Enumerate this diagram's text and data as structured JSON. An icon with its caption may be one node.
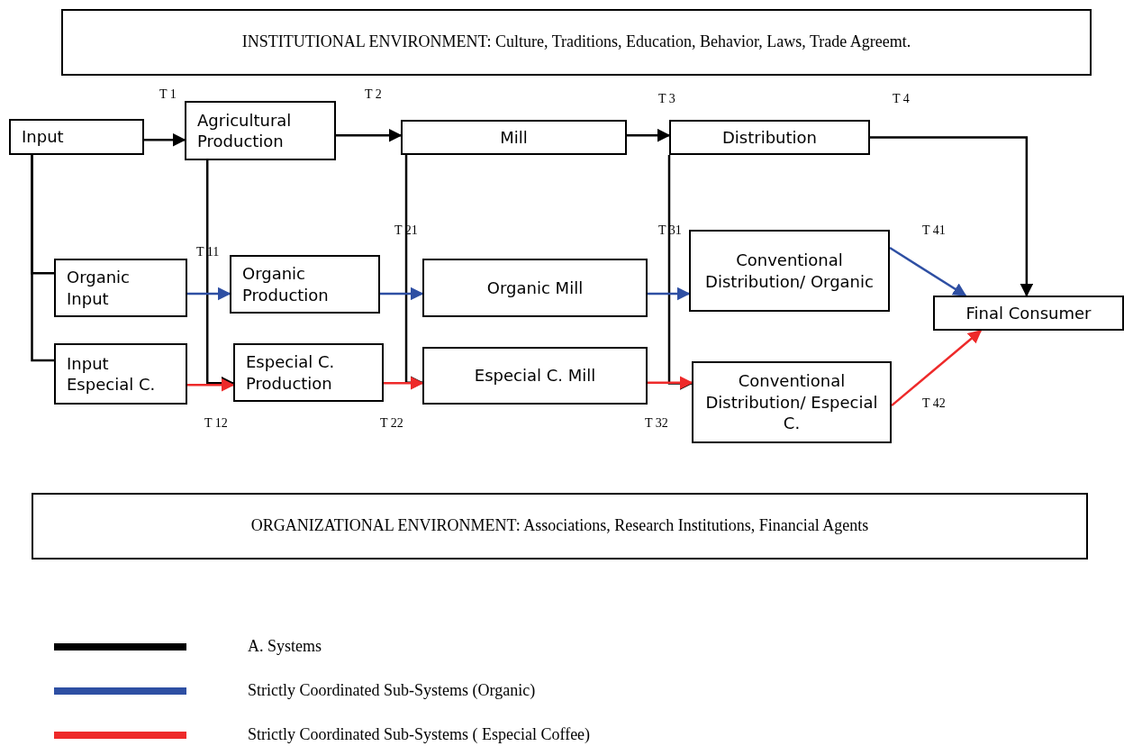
{
  "diagram": {
    "nodes": [
      {
        "text": [
          "INSTITUTIONAL ENVIRONMENT: Culture, Traditions, Education, Behavior, Laws, Trade Agreemt."
        ]
      },
      {
        "text": [
          "Input"
        ]
      },
      {
        "text": [
          "Agricultural Production"
        ]
      },
      {
        "text": [
          "Mill"
        ]
      },
      {
        "text": [
          "Distribution"
        ]
      },
      {
        "text": [
          "Organic Input"
        ]
      },
      {
        "text": [
          "Organic Production"
        ]
      },
      {
        "text": [
          "Organic Mill"
        ]
      },
      {
        "text": [
          "Conventional Distribution/ Organic"
        ]
      },
      {
        "text": [
          "Final Consumer"
        ]
      },
      {
        "text": [
          "Input Especial C."
        ]
      },
      {
        "text": [
          "Especial C. Production"
        ]
      },
      {
        "text": [
          "Especial C. Mill"
        ]
      },
      {
        "text": [
          "Conventional Distribution/ Especial C."
        ]
      },
      {
        "text": [
          "ORGANIZATIONAL ENVIRONMENT: Associations, Research Institutions, Financial Agents"
        ]
      }
    ],
    "edges": [
      {
        "from": 1,
        "to": 2,
        "arrow": "to"
      },
      {
        "from": 2,
        "to": 3,
        "arrow": "to"
      },
      {
        "from": 3,
        "to": 4,
        "arrow": "to"
      },
      {
        "from": 4,
        "to": 9,
        "arrow": "to"
      },
      {
        "from": 1,
        "to": 5,
        "arrow": "none"
      },
      {
        "from": 1,
        "to": 10,
        "arrow": "none"
      },
      {
        "from": 2,
        "to": 11,
        "arrow": "to"
      },
      {
        "from": 3,
        "to": 12,
        "arrow": "to"
      },
      {
        "from": 4,
        "to": 13,
        "arrow": "to"
      },
      {
        "from": 5,
        "to": 6,
        "arrow": "to",
        "color": "#2e4fa3"
      },
      {
        "from": 6,
        "to": 7,
        "arrow": "to",
        "color": "#2e4fa3"
      },
      {
        "from": 7,
        "to": 8,
        "arrow": "to",
        "color": "#2e4fa3"
      },
      {
        "from": 8,
        "to": 9,
        "arrow": "to",
        "color": "#2e4fa3"
      },
      {
        "from": 10,
        "to": 11,
        "arrow": "to",
        "color": "#ee2a2a"
      },
      {
        "from": 11,
        "to": 12,
        "arrow": "to",
        "color": "#ee2a2a"
      },
      {
        "from": 12,
        "to": 13,
        "arrow": "to",
        "color": "#ee2a2a"
      },
      {
        "from": 13,
        "to": 9,
        "arrow": "to",
        "color": "#ee2a2a"
      }
    ],
    "labels": [
      "T 1",
      "T 2",
      "T 3",
      "T 4",
      "T 11",
      "T 21",
      "T 31",
      "T 41",
      "T 12",
      "T 22",
      "T 32",
      "T 42"
    ],
    "legend": [
      {
        "text": "A. Systems",
        "color": "#000000"
      },
      {
        "text": "Strictly Coordinated Sub-Systems (Organic)",
        "color": "#2e4fa3"
      },
      {
        "text": "Strictly Coordinated Sub-Systems ( Especial Coffee)",
        "color": "#ee2a2a"
      }
    ]
  }
}
